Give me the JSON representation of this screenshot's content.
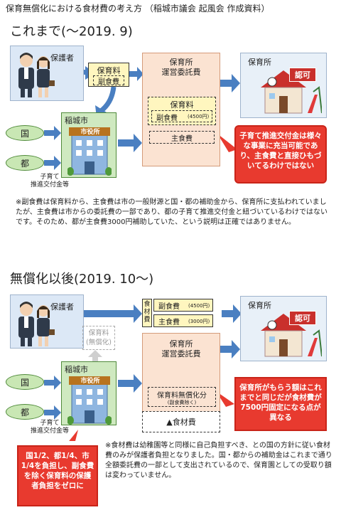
{
  "header": {
    "title": "保育無償化における食材費の考え方 （稲城市議会 起風会 作成資料）"
  },
  "before": {
    "section_title": "これまで(～2019. 9)",
    "guardian": "保護者",
    "fee_box": {
      "fee": "保育料",
      "side_dish": "副食費"
    },
    "city_name": "稲城市",
    "city_hall_sign": "市役所",
    "nation": "国",
    "metro": "都",
    "grant": "子育て\n推進交付金等",
    "consign": {
      "title": "保育所\n運営委託費",
      "fee": "保育料",
      "side_dish": "副食費",
      "side_dish_amount": "(4500円)",
      "staple": "主食費"
    },
    "nursery": {
      "label": "保育所",
      "sign": "認可"
    },
    "callout": "子育て推進交付金は様々な事業に充当可能であり、主食費と直接ひもづいてるわけではない",
    "note": "※副食費は保育料から、主食費は市の一般財源と国・都の補助金から、保育所に支払われていましたが、主食費は市からの委託費の一部であり、都の子育て推進交付金と紐づいているわけではないです。そのため、都が主食費3000円補助していた、という説明は正確ではありません。"
  },
  "after": {
    "section_title": "無償化以後(2019. 10～)",
    "guardian": "保護者",
    "food_label": "食材費",
    "side_dish": "副食費",
    "side_dish_amount": "(4500円)",
    "staple": "主食費",
    "staple_amount": "(3000円)",
    "free_fee": "保育料\n(無償化)",
    "city_name": "稲城市",
    "city_hall_sign": "市役所",
    "nation": "国",
    "metro": "都",
    "grant": "子育て\n推進交付金等",
    "consign": {
      "title": "保育所\n運営委託費",
      "free_part": "保育料無償化分",
      "free_part_sub": "(副食費除く)",
      "minus_food": "▲食材費"
    },
    "nursery": {
      "label": "保育所",
      "sign": "認可"
    },
    "callout_right": "保育所がもらう額はこれまでと同じだが食材費が7500円固定になる点が異なる",
    "callout_left": "国1/2、都1/4、市1/4を負担し、副食費を除く保育料の保護者負担をゼロに",
    "note": "※食材費は幼稚園等と同様に自己負担すべき、との国の方針に従い食材費のみが保護者負担となりました。国・都からの補助金はこれまで通り全額委託費の一部として支出されているので、保育園としての受取り額は変わっていません。"
  },
  "colors": {
    "arrow": "#4a7fc1",
    "callout_red": "#e83a2f",
    "consign_bg": "#fbe3d2",
    "accent_yellow": "#fff6bf"
  }
}
